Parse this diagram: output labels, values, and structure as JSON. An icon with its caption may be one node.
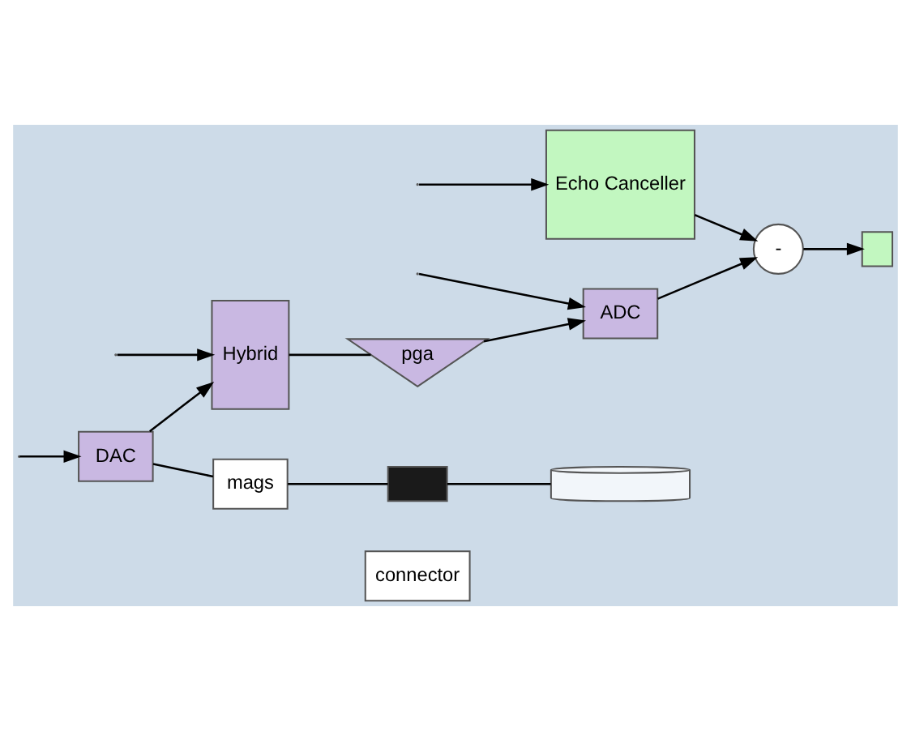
{
  "diagram": {
    "nodes": [
      {
        "text": [
          "DAC"
        ]
      },
      {
        "text": [
          "mags"
        ]
      },
      {
        "text": [],
        "shape": "box"
      },
      {
        "text": [],
        "shape": "cylinder"
      },
      {
        "text": [
          "connector"
        ]
      },
      {
        "text": [
          "Hybrid"
        ]
      },
      {
        "text": [
          "pga"
        ]
      },
      {
        "text": [
          "Echo Canceller"
        ]
      },
      {
        "text": [
          "-"
        ]
      },
      {
        "text": [
          "ADC"
        ]
      },
      {
        "text": [],
        "shape": "box"
      }
    ],
    "edges": [
      {
        "from": null,
        "to": 0,
        "arrow": "to"
      },
      {
        "from": null,
        "to": 7,
        "arrow": "to"
      },
      {
        "from": null,
        "to": 5,
        "arrow": "to"
      },
      {
        "from": 0,
        "to": 1,
        "arrow": "none"
      },
      {
        "from": 0,
        "to": 5,
        "arrow": "to"
      },
      {
        "from": 1,
        "to": 2,
        "arrow": "none"
      },
      {
        "from": 2,
        "to": 3,
        "arrow": "none"
      },
      {
        "from": 5,
        "to": 6,
        "arrow": "none"
      },
      {
        "from": 6,
        "to": 9,
        "arrow": "to"
      },
      {
        "from": 9,
        "to": 8,
        "arrow": "to"
      },
      {
        "from": 7,
        "to": 8,
        "arrow": "to"
      },
      {
        "from": 8,
        "to": 10,
        "arrow": "to"
      },
      {
        "from": null,
        "to": 9,
        "arrow": "to"
      }
    ]
  }
}
